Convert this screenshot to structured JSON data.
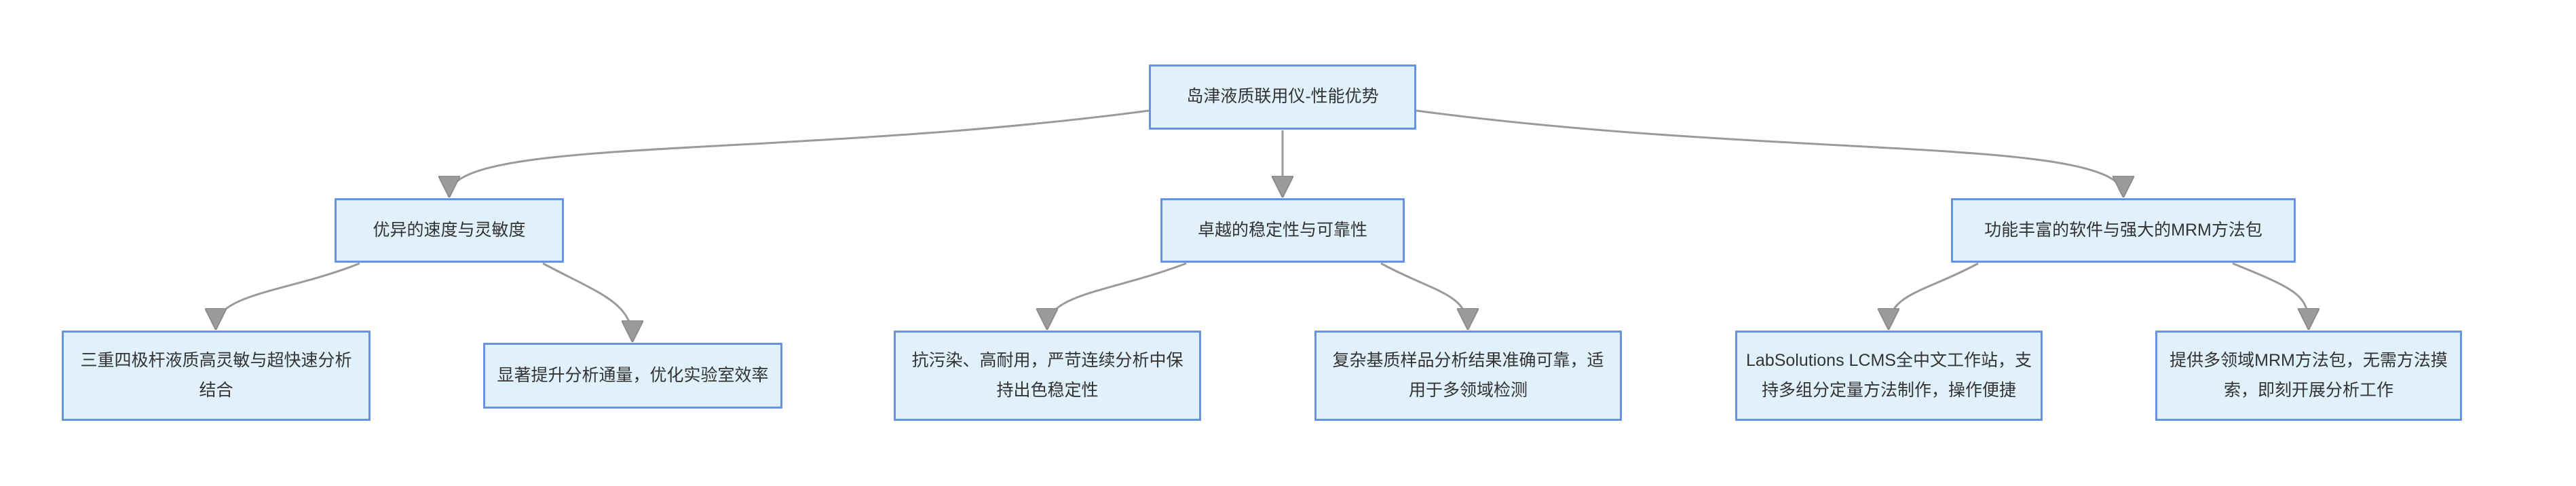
{
  "diagram": {
    "root": {
      "label": "岛津液质联用仪-性能优势"
    },
    "branches": [
      {
        "label": "优异的速度与灵敏度",
        "children": [
          {
            "label": "三重四极杆液质高灵敏与超快速分析结合"
          },
          {
            "label": "显著提升分析通量，优化实验室效率"
          }
        ]
      },
      {
        "label": "卓越的稳定性与可靠性",
        "children": [
          {
            "label": "抗污染、高耐用，严苛连续分析中保持出色稳定性"
          },
          {
            "label": "复杂基质样品分析结果准确可靠，适用于多领域检测"
          }
        ]
      },
      {
        "label": "功能丰富的软件与强大的MRM方法包",
        "children": [
          {
            "label": "LabSolutions LCMS全中文工作站，支持多组分定量方法制作，操作便捷"
          },
          {
            "label": "提供多领域MRM方法包，无需方法摸索，即刻开展分析工作"
          }
        ]
      }
    ],
    "colors": {
      "node_fill": "#e1f1fc",
      "node_border": "#6593e2",
      "edge_line": "#9a9a9a",
      "arrow_fill": "#9b9b9b",
      "text": "#333333",
      "background": "#ffffff"
    }
  }
}
